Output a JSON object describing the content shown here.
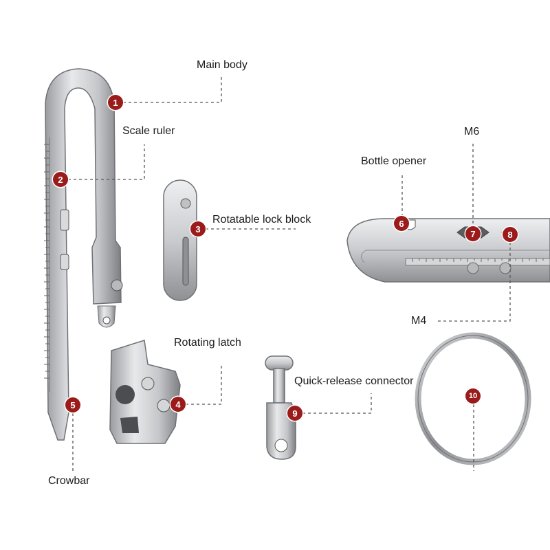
{
  "colors": {
    "badge": "#9b1b1b",
    "leader": "#555555",
    "metal_light": "#e4e5e7",
    "metal_dark": "#8a8c90"
  },
  "labels": {
    "main_body": "Main body",
    "scale_ruler": "Scale ruler",
    "rotatable_lock_block": "Rotatable lock block",
    "rotating_latch": "Rotating latch",
    "crowbar": "Crowbar",
    "bottle_opener": "Bottle opener",
    "m6": "M6",
    "m4": "M4",
    "quick_release_connector": "Quick-release connector"
  },
  "badges": [
    "1",
    "2",
    "3",
    "4",
    "5",
    "6",
    "7",
    "8",
    "9",
    "10"
  ]
}
